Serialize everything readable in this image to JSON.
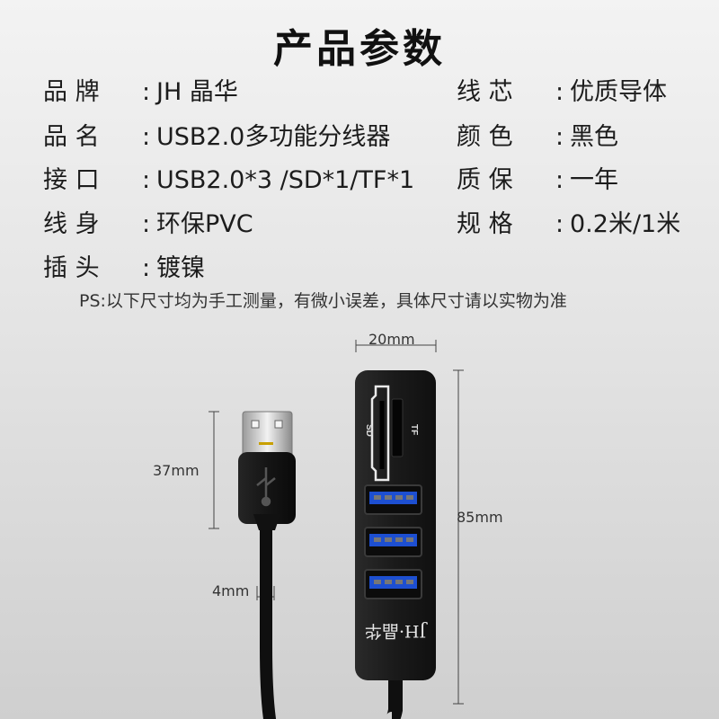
{
  "title": "产品参数",
  "specs_left": [
    {
      "key": "品  牌",
      "sep": ":",
      "value": "JH 晶华"
    },
    {
      "key": "品  名",
      "sep": ":",
      "value": "USB2.0多功能分线器"
    },
    {
      "key": "接  口",
      "sep": ":",
      "value": "USB2.0*3 /SD*1/TF*1"
    },
    {
      "key": "线  身",
      "sep": ":",
      "value": "环保PVC"
    },
    {
      "key": "插  头",
      "sep": ":",
      "value": "镀镍"
    }
  ],
  "specs_right": [
    {
      "key": "线  芯",
      "sep": ":",
      "value": "优质导体"
    },
    {
      "key": "颜  色",
      "sep": ":",
      "value": "黑色"
    },
    {
      "key": "质  保",
      "sep": ":",
      "value": "一年"
    },
    {
      "key": "规  格",
      "sep": ":",
      "value": "0.2米/1米"
    }
  ],
  "note": "PS:以下尺寸均为手工测量，有微小误差，具体尺寸请以实物为准",
  "dimensions": {
    "width": "20mm",
    "plug_length": "37mm",
    "body_length": "85mm",
    "cable_diameter": "4mm"
  },
  "hub_labels": {
    "sd": "SD",
    "tf": "TF",
    "brand": "JH·晶华"
  },
  "colors": {
    "hub_body": "#1b1b1b",
    "usb_port_blue": "#1d4fd1",
    "background_top": "#f3f3f3",
    "background_bottom": "#cfcfcf"
  }
}
